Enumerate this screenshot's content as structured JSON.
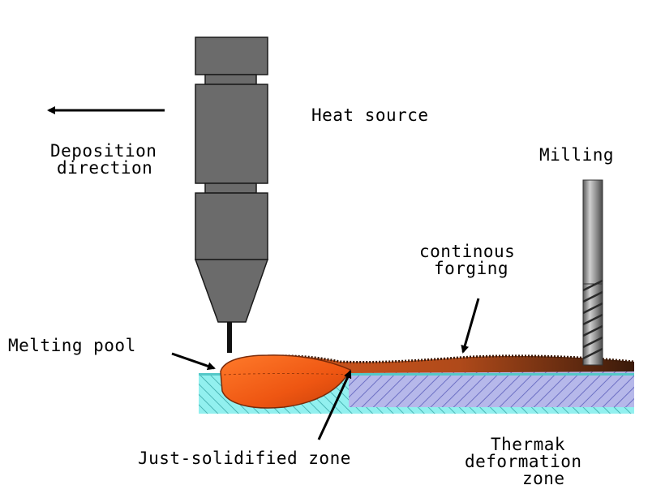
{
  "labels": {
    "heat_source": "Heat source",
    "deposition_direction_line1": "Deposition",
    "deposition_direction_line2": "direction",
    "milling": "Milling",
    "continuous_forging_line1": "continous",
    "continuous_forging_line2": "forging",
    "melting_pool": "Melting pool",
    "just_solidified_zone": "Just-solidified zone",
    "thermal_deformation_line1": "Thermak",
    "thermal_deformation_line2": "deformation",
    "thermal_deformation_line3": "zone"
  },
  "colors": {
    "torch_body": "#6b6b6b",
    "torch_outline": "#1a1a1a",
    "melt_pool": "#f05a14",
    "melt_pool_dark": "#c8400a",
    "deposit_layer": "#c0501a",
    "deposit_dark": "#5a2a10",
    "workpiece_hatch": "#a9a9e0",
    "substrate": "#8ff0f0",
    "mill_tool": "#9a9a9a"
  },
  "icons": {
    "direction_arrow": "arrow-left-icon",
    "pointer_arrow": "arrow-pointer-icon"
  }
}
